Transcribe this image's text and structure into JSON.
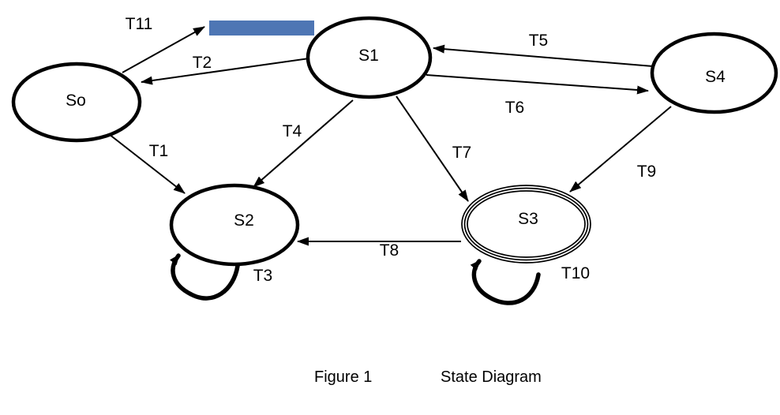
{
  "colors": {
    "ink": "#000000",
    "accent_blue": "#4e76b4",
    "background": "#ffffff"
  },
  "diagram": {
    "type": "state-diagram",
    "states": {
      "so": {
        "label": "So"
      },
      "s1": {
        "label": "S1"
      },
      "s2": {
        "label": "S2"
      },
      "s3": {
        "label": "S3",
        "style": "double-ring"
      },
      "s4": {
        "label": "S4"
      }
    },
    "transitions": {
      "t1": {
        "label": "T1",
        "from": "So",
        "to": "S2"
      },
      "t2": {
        "label": "T2",
        "from": "S1",
        "to": "So"
      },
      "t3": {
        "label": "T3",
        "from": "S2",
        "to": "S2"
      },
      "t4": {
        "label": "T4",
        "from": "S1",
        "to": "S2"
      },
      "t5": {
        "label": "T5",
        "from": "S4",
        "to": "S1"
      },
      "t6": {
        "label": "T6",
        "from": "S1",
        "to": "S4"
      },
      "t7": {
        "label": "T7",
        "from": "S1",
        "to": "S3"
      },
      "t8": {
        "label": "T8",
        "from": "S3",
        "to": "S2"
      },
      "t9": {
        "label": "T9",
        "from": "S4",
        "to": "S3"
      },
      "t10": {
        "label": "T10",
        "from": "S3",
        "to": "S3"
      },
      "t11": {
        "label": "T11",
        "from": "So",
        "to": "highlight-bar"
      }
    }
  },
  "caption": {
    "figure_label": "Figure 1",
    "title": "State Diagram"
  }
}
